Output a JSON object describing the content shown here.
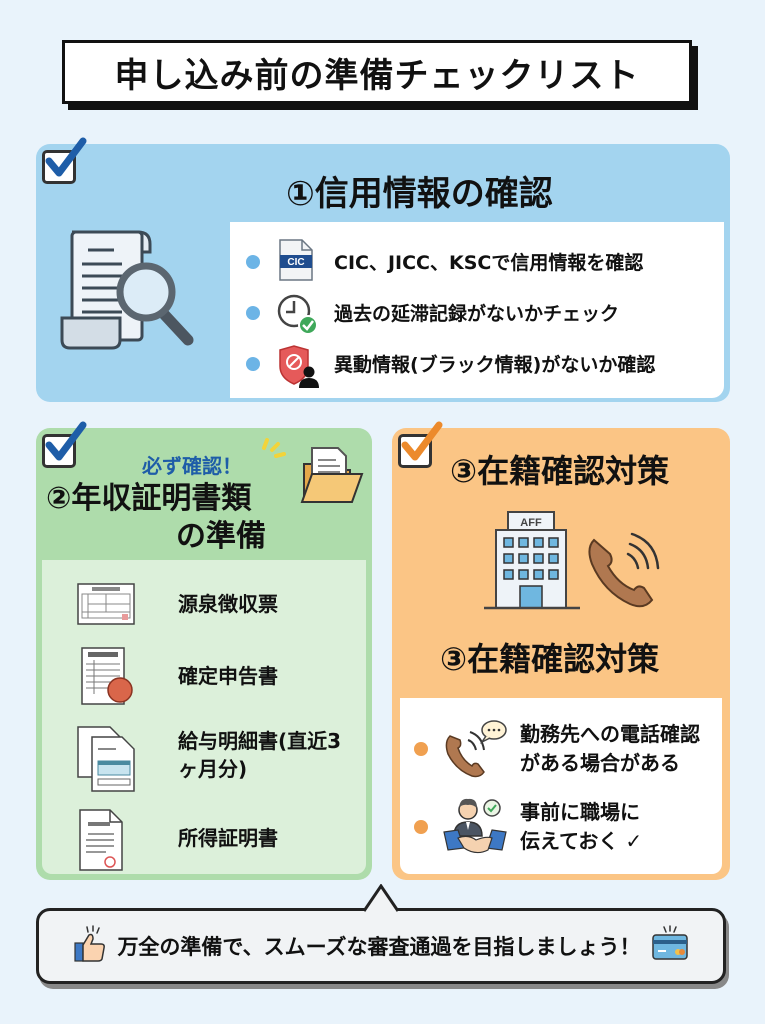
{
  "header": {
    "title": "申し込み前の準備チェックリスト"
  },
  "section1": {
    "title": "①信用情報の確認",
    "color": "#a3d4ef",
    "illustration": "document-magnifier-icon",
    "items": [
      {
        "icon": "cic-document-icon",
        "icon_label": "CIC",
        "text": "CIC、JICC、KSCで信用情報を確認"
      },
      {
        "icon": "clock-check-icon",
        "text": "過去の延滞記録がないかチェック"
      },
      {
        "icon": "shield-block-user-icon",
        "text": "異動情報(ブラック情報)がないか確認"
      }
    ]
  },
  "section2": {
    "badge": "必ず確認！",
    "title_line1": "②年収証明書類",
    "title_line2": "の準備",
    "color": "#aedcab",
    "illustration": "folder-document-icon",
    "items": [
      {
        "icon": "withholding-slip-icon",
        "icon_label": "源泉徴収票",
        "text": "源泉徴収票"
      },
      {
        "icon": "tax-return-icon",
        "icon_label": "確定申告",
        "text": "確定申告書"
      },
      {
        "icon": "payslip-icon",
        "icon_label": "給与明細",
        "text": "給与明細書(直近3ヶ月分)"
      },
      {
        "icon": "income-certificate-icon",
        "icon_label": "所得証明書",
        "text": "所得証明書"
      }
    ]
  },
  "section3": {
    "title": "③在籍確認対策",
    "subtitle": "③在籍確認対策",
    "color": "#fbc585",
    "building_sign": "AFF",
    "items": [
      {
        "icon": "phone-speech-icon",
        "text_line1": "勤務先への電話確認",
        "text_line2": "がある場合がある"
      },
      {
        "icon": "handshake-businessman-icon",
        "text_line1": "事前に職場に",
        "text_line2": "伝えておく ✓"
      }
    ]
  },
  "footer": {
    "message": "万全の準備で、スムーズな審査通過を目指しましょう！",
    "left_icon": "thumbs-up-icon",
    "right_icon": "credit-card-icon"
  }
}
